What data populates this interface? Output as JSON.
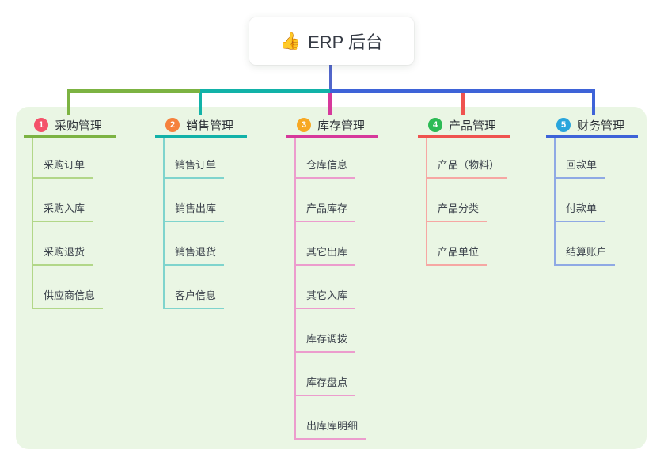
{
  "root": {
    "icon": "👍",
    "label": "ERP 后台"
  },
  "panel_color": "#eaf6e4",
  "root_line_color": "#5266cb",
  "branches": [
    {
      "num": "1",
      "label": "采购管理",
      "color": "#7cb342",
      "light": "#b2d788",
      "badge": "#f4526a",
      "children": [
        "采购订单",
        "采购入库",
        "采购退货",
        "供应商信息"
      ]
    },
    {
      "num": "2",
      "label": "销售管理",
      "color": "#12b2a8",
      "light": "#7fd4cd",
      "badge": "#f5813c",
      "children": [
        "销售订单",
        "销售出库",
        "销售退货",
        "客户信息"
      ]
    },
    {
      "num": "3",
      "label": "库存管理",
      "color": "#d6399b",
      "light": "#ec9ccd",
      "badge": "#f7a823",
      "children": [
        "仓库信息",
        "产品库存",
        "其它出库",
        "其它入库",
        "库存调拨",
        "库存盘点",
        "出库库明细"
      ]
    },
    {
      "num": "4",
      "label": "产品管理",
      "color": "#ef534f",
      "light": "#f6a7a3",
      "badge": "#2dbb55",
      "children": [
        "产品（物料）",
        "产品分类",
        "产品单位"
      ]
    },
    {
      "num": "5",
      "label": "财务管理",
      "color": "#3e63d8",
      "light": "#8fa9e4",
      "badge": "#29a5dc",
      "children": [
        "回款单",
        "付款单",
        "结算账户"
      ]
    }
  ]
}
